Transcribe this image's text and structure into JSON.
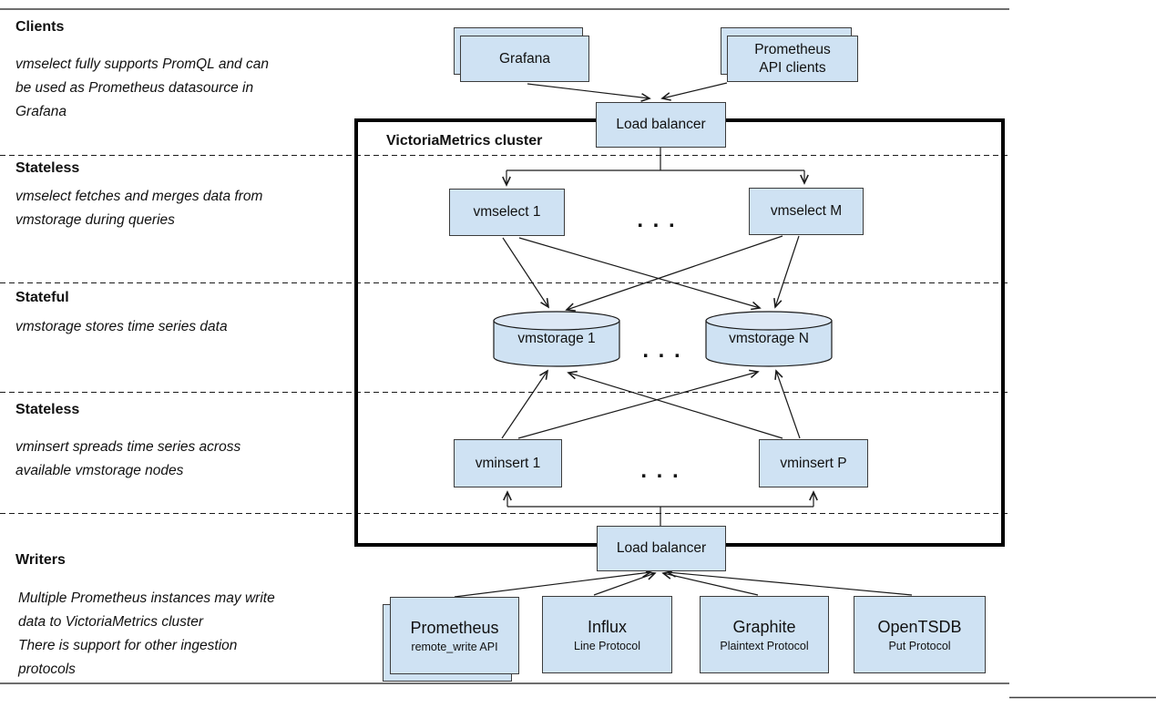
{
  "colors": {
    "box_fill": "#cfe2f3",
    "cylinder_top_fill": "#dde8f5",
    "line_color": "#1a1a1a",
    "box_border": "#3c3c3c"
  },
  "cluster": {
    "label": "VictoriaMetrics cluster"
  },
  "sections": [
    {
      "title": "Clients",
      "description": "vmselect fully supports PromQL and can\nbe used as Prometheus datasource in\nGrafana"
    },
    {
      "title": "Stateless",
      "description": "vmselect fetches and merges data from\nvmstorage during queries"
    },
    {
      "title": "Stateful",
      "description": "vmstorage stores time series data"
    },
    {
      "title": "Stateless",
      "description": "vminsert spreads time series across\navailable vmstorage nodes"
    },
    {
      "title": "Writers",
      "description": "Multiple Prometheus instances may write\ndata to VictoriaMetrics cluster\nThere is support for other ingestion\nprotocols"
    }
  ],
  "nodes": {
    "grafana": {
      "label": "Grafana"
    },
    "prom_api": {
      "label": "Prometheus\nAPI clients"
    },
    "lb_top": {
      "label": "Load balancer"
    },
    "vmselect_1": {
      "label": "vmselect 1"
    },
    "vmselect_m": {
      "label": "vmselect M"
    },
    "vmstorage_1": {
      "label": "vmstorage 1"
    },
    "vmstorage_n": {
      "label": "vmstorage N"
    },
    "vminsert_1": {
      "label": "vminsert 1"
    },
    "vminsert_p": {
      "label": "vminsert P"
    },
    "lb_bottom": {
      "label": "Load balancer"
    },
    "ellipsis": ". . ."
  },
  "writers": [
    {
      "title": "Prometheus",
      "subtitle": "remote_write API"
    },
    {
      "title": "Influx",
      "subtitle": "Line Protocol"
    },
    {
      "title": "Graphite",
      "subtitle": "Plaintext Protocol"
    },
    {
      "title": "OpenTSDB",
      "subtitle": "Put Protocol"
    }
  ]
}
